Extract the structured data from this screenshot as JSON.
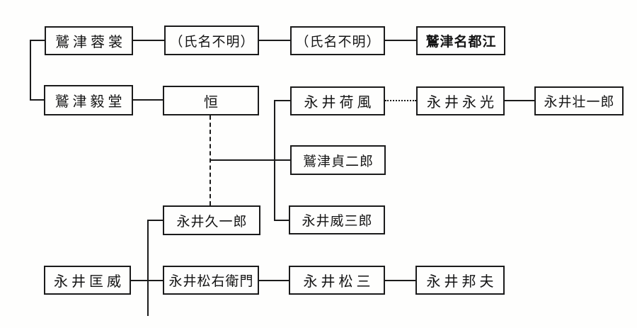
{
  "diagram": {
    "kind": "family-tree",
    "nodes": [
      {
        "id": "washizu-yosho",
        "label": "鷲津蓉裳",
        "emphasis": "normal"
      },
      {
        "id": "unknown-1",
        "label": "（氏名不明）",
        "emphasis": "normal"
      },
      {
        "id": "unknown-2",
        "label": "（氏名不明）",
        "emphasis": "normal"
      },
      {
        "id": "washizu-natsue",
        "label": "鷲津名都江",
        "emphasis": "bold"
      },
      {
        "id": "washizu-gido",
        "label": "鷲津毅堂",
        "emphasis": "normal"
      },
      {
        "id": "tsune",
        "label": "恒",
        "emphasis": "normal"
      },
      {
        "id": "nagai-kafu",
        "label": "永井荷風",
        "emphasis": "normal"
      },
      {
        "id": "nagai-nagamitsu",
        "label": "永井永光",
        "emphasis": "normal"
      },
      {
        "id": "nagai-soichiro",
        "label": "永井壮一郎",
        "emphasis": "normal"
      },
      {
        "id": "washizu-teijiro",
        "label": "鷲津貞二郎",
        "emphasis": "normal"
      },
      {
        "id": "nagai-kyuichiro",
        "label": "永井久一郎",
        "emphasis": "normal"
      },
      {
        "id": "nagai-izaburo",
        "label": "永井威三郎",
        "emphasis": "normal"
      },
      {
        "id": "nagai-masatake",
        "label": "永井匡威",
        "emphasis": "normal"
      },
      {
        "id": "nagai-matsuemon",
        "label": "永井松右衛門",
        "emphasis": "normal"
      },
      {
        "id": "nagai-matsuzo",
        "label": "永井松三",
        "emphasis": "normal"
      },
      {
        "id": "nagai-kunio",
        "label": "永井邦夫",
        "emphasis": "normal"
      }
    ],
    "edges": [
      {
        "from": "鷲津蓉裳",
        "to": "（氏名不明）",
        "line": "solid"
      },
      {
        "from": "（氏名不明）",
        "to": "（氏名不明）",
        "line": "solid"
      },
      {
        "from": "（氏名不明）",
        "to": "鷲津名都江",
        "line": "solid"
      },
      {
        "from": "鷲津蓉裳",
        "to": "鷲津毅堂",
        "line": "solid-bracket"
      },
      {
        "from": "鷲津毅堂",
        "to": "恒",
        "line": "solid"
      },
      {
        "from": "恒",
        "to": "永井久一郎",
        "line": "dashed-vertical"
      },
      {
        "from": "恒〜永井久一郎",
        "to": "永井荷風",
        "line": "solid-bracket"
      },
      {
        "from": "恒〜永井久一郎",
        "to": "鷲津貞二郎",
        "line": "solid-bracket"
      },
      {
        "from": "恒〜永井久一郎",
        "to": "永井威三郎",
        "line": "solid-bracket"
      },
      {
        "from": "永井荷風",
        "to": "永井永光",
        "line": "dotted"
      },
      {
        "from": "永井永光",
        "to": "永井壮一郎",
        "line": "solid"
      },
      {
        "from": "永井久一郎",
        "to": "下端へ続く縦線",
        "line": "solid-vertical"
      },
      {
        "from": "永井匡威",
        "to": "永井松右衛門",
        "line": "solid"
      },
      {
        "from": "永井松右衛門",
        "to": "永井松三",
        "line": "solid"
      },
      {
        "from": "永井松三",
        "to": "永井邦夫",
        "line": "solid"
      }
    ]
  }
}
